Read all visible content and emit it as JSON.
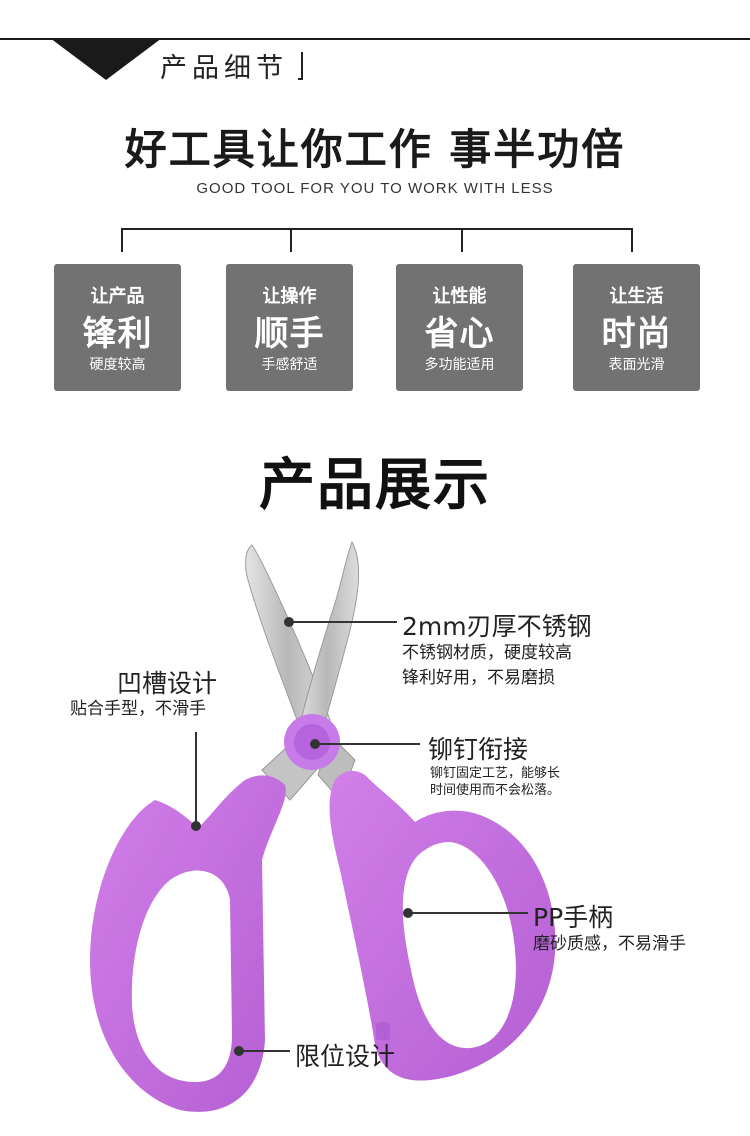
{
  "header": {
    "section_title": "产品细节"
  },
  "hero": {
    "headline": "好工具让你工作 事半功倍",
    "subline": "GOOD TOOL FOR YOU TO WORK WITH LESS"
  },
  "features": [
    {
      "pre": "让产品",
      "main": "锋利",
      "sub": "硬度较高"
    },
    {
      "pre": "让操作",
      "main": "顺手",
      "sub": "手感舒适"
    },
    {
      "pre": "让性能",
      "main": "省心",
      "sub": "多功能适用"
    },
    {
      "pre": "让生活",
      "main": "时尚",
      "sub": "表面光滑"
    }
  ],
  "showcase": {
    "title": "产品展示",
    "callouts": {
      "blade": {
        "title": "2mm刃厚不锈钢",
        "desc": [
          "不锈钢材质，硬度较高",
          "锋利好用，不易磨损"
        ]
      },
      "groove": {
        "title": "凹槽设计",
        "desc": [
          "贴合手型，不滑手"
        ]
      },
      "rivet": {
        "title": "铆钉衔接",
        "desc": [
          "铆钉固定工艺，能够长",
          "时间使用而不会松落。"
        ]
      },
      "handle": {
        "title": "PP手柄",
        "desc": [
          "磨砂质感，不易滑手"
        ]
      },
      "limit": {
        "title": "限位设计"
      }
    }
  },
  "colors": {
    "card_bg": "#727272",
    "handle": "#c56ee0",
    "rivet": "#c77be8",
    "blade": "#c9c9c9"
  }
}
